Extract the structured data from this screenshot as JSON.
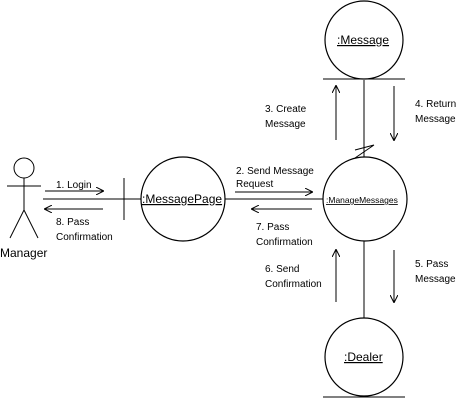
{
  "actor": {
    "label": "Manager"
  },
  "objects": {
    "message": ":Message",
    "message_page": ":MessagePage",
    "manage_messages": ":ManageMessages",
    "dealer": ":Dealer"
  },
  "messages": {
    "m1": "1. Login",
    "m2_line1": "2. Send Message",
    "m2_line2": "Request",
    "m3_line1": "3. Create",
    "m3_line2": "Message",
    "m4_line1": "4. Return",
    "m4_line2": "Message",
    "m5_line1": "5. Pass",
    "m5_line2": "Message",
    "m6_line1": "6. Send",
    "m6_line2": "Confirmation",
    "m7_line1": "7. Pass",
    "m7_line2": "Confirmation",
    "m8_line1": "8. Pass",
    "m8_line2": "Confirmation"
  }
}
